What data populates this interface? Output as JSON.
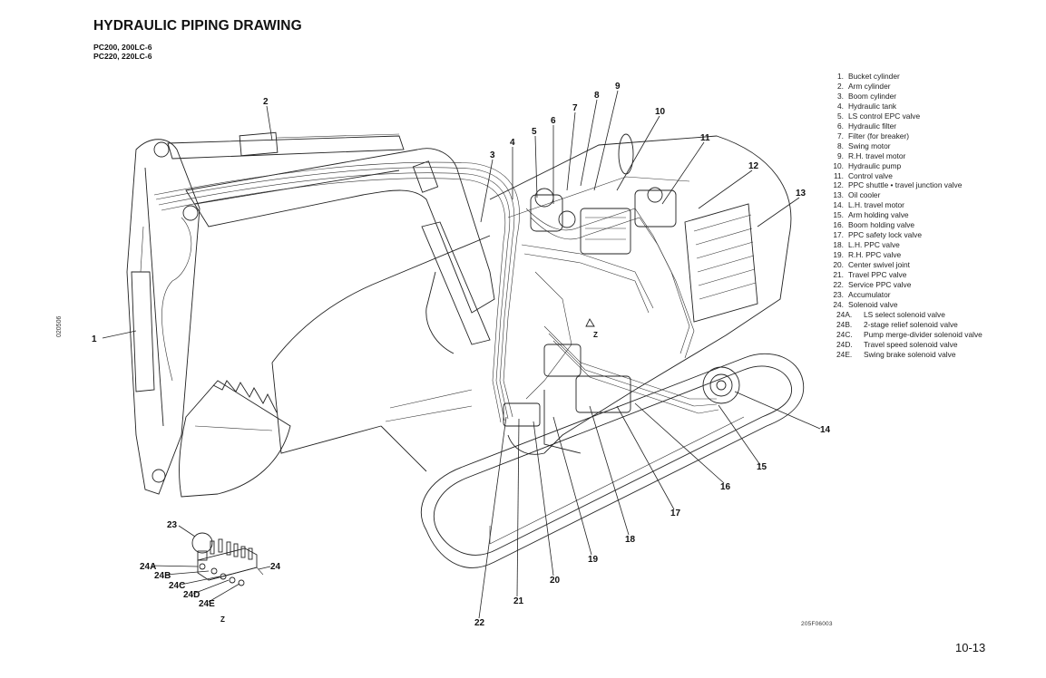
{
  "header": {
    "title": "HYDRAULIC PIPING DRAWING",
    "models": [
      "PC200, 200LC-6",
      "PC220, 220LC-6"
    ]
  },
  "side_code": "020506",
  "legend": {
    "items": [
      {
        "num": "1.",
        "label": "Bucket cylinder"
      },
      {
        "num": "2.",
        "label": "Arm cylinder"
      },
      {
        "num": "3.",
        "label": "Boom cylinder"
      },
      {
        "num": "4.",
        "label": "Hydraulic tank"
      },
      {
        "num": "5.",
        "label": "LS control EPC valve"
      },
      {
        "num": "6.",
        "label": "Hydraulic filter"
      },
      {
        "num": "7.",
        "label": "Filter (for breaker)"
      },
      {
        "num": "8.",
        "label": "Swing motor"
      },
      {
        "num": "9.",
        "label": "R.H. travel motor"
      },
      {
        "num": "10.",
        "label": "Hydraulic pump"
      },
      {
        "num": "11.",
        "label": "Control valve"
      },
      {
        "num": "12.",
        "label": "PPC shuttle • travel junction valve"
      },
      {
        "num": "13.",
        "label": "Oil cooler"
      },
      {
        "num": "14.",
        "label": "L.H. travel motor"
      },
      {
        "num": "15.",
        "label": "Arm holding valve"
      },
      {
        "num": "16.",
        "label": "Boom holding valve"
      },
      {
        "num": "17.",
        "label": "PPC safety lock valve"
      },
      {
        "num": "18.",
        "label": "L.H. PPC valve"
      },
      {
        "num": "19.",
        "label": "R.H. PPC valve"
      },
      {
        "num": "20.",
        "label": "Center swivel joint"
      },
      {
        "num": "21.",
        "label": "Travel PPC valve"
      },
      {
        "num": "22.",
        "label": "Service PPC valve"
      },
      {
        "num": "23.",
        "label": "Accumulator"
      },
      {
        "num": "24.",
        "label": "Solenoid valve"
      }
    ],
    "sub_items": [
      {
        "num": "24A.",
        "label": "LS select solenoid valve"
      },
      {
        "num": "24B.",
        "label": "2-stage relief solenoid valve"
      },
      {
        "num": "24C.",
        "label": "Pump merge-divider solenoid valve"
      },
      {
        "num": "24D.",
        "label": "Travel speed solenoid valve"
      },
      {
        "num": "24E.",
        "label": "Swing brake solenoid valve"
      }
    ]
  },
  "callouts": [
    "1",
    "2",
    "3",
    "4",
    "5",
    "6",
    "7",
    "8",
    "9",
    "10",
    "11",
    "12",
    "13",
    "14",
    "15",
    "16",
    "17",
    "18",
    "19",
    "20",
    "21",
    "22",
    "23",
    "24",
    "24A",
    "24B",
    "24C",
    "24D",
    "24E"
  ],
  "view_labels": {
    "main_z": "Z",
    "detail_z": "Z"
  },
  "drawing_code": "205F06003",
  "page_number": "10-13"
}
